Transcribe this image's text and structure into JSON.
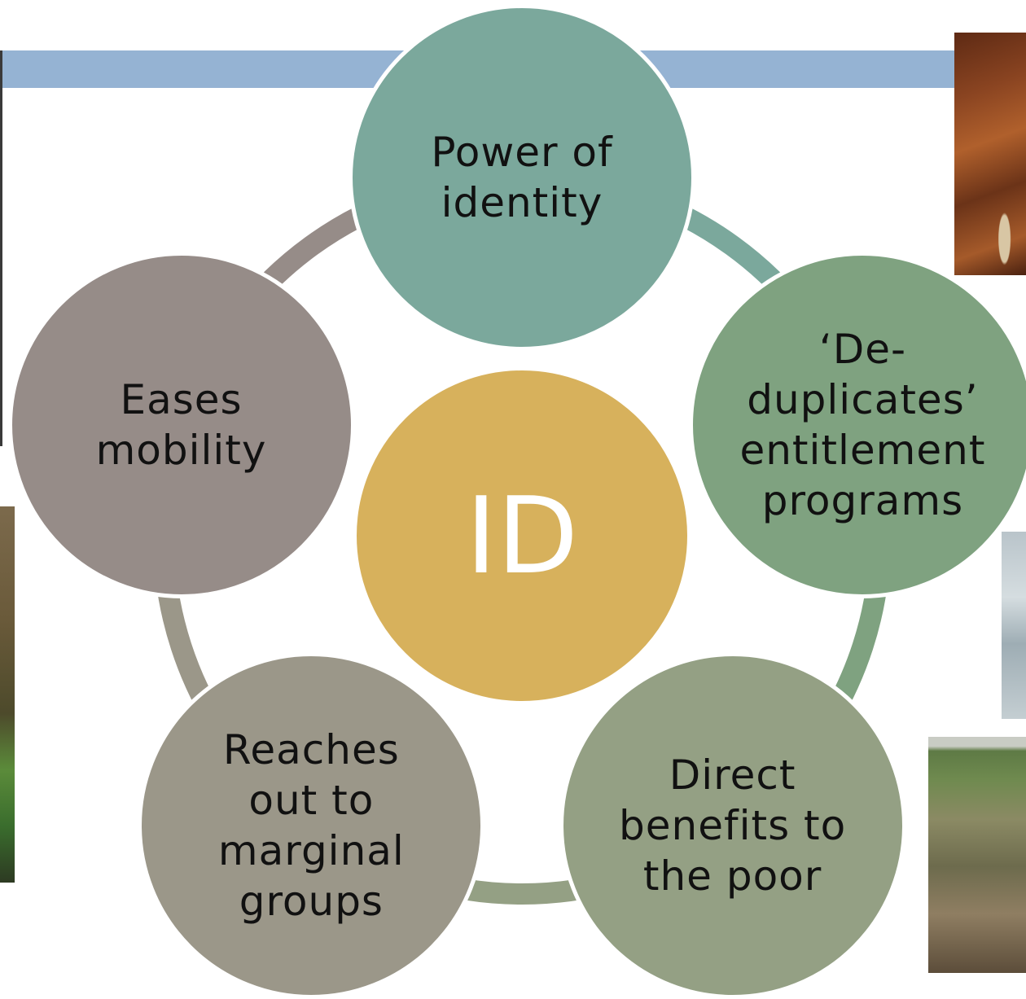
{
  "diagram": {
    "center": {
      "label": "ID",
      "color": "#d7b15c"
    },
    "nodes": [
      {
        "id": "power-of-identity",
        "label": "Power of\nidentity",
        "color": "#7ba89c"
      },
      {
        "id": "de-duplicates",
        "label": "‘De-\nduplicates’\nentitlement\nprograms",
        "color": "#7fa280"
      },
      {
        "id": "direct-benefits",
        "label": "Direct\nbenefits to\nthe poor",
        "color": "#94a084"
      },
      {
        "id": "reaches-out",
        "label": "Reaches\nout to\nmarginal\ngroups",
        "color": "#9b9789"
      },
      {
        "id": "eases-mobility",
        "label": "Eases\nmobility",
        "color": "#968c88"
      }
    ],
    "connector_colors": [
      "#7ba89c",
      "#7fa280",
      "#94a084",
      "#9b9789",
      "#968c88"
    ]
  },
  "header_bar_color": "#95b3d3",
  "photos": [
    {
      "name": "weaver-photo"
    },
    {
      "name": "water-photo"
    },
    {
      "name": "field-workers-photo"
    },
    {
      "name": "left-woman-photo"
    }
  ]
}
